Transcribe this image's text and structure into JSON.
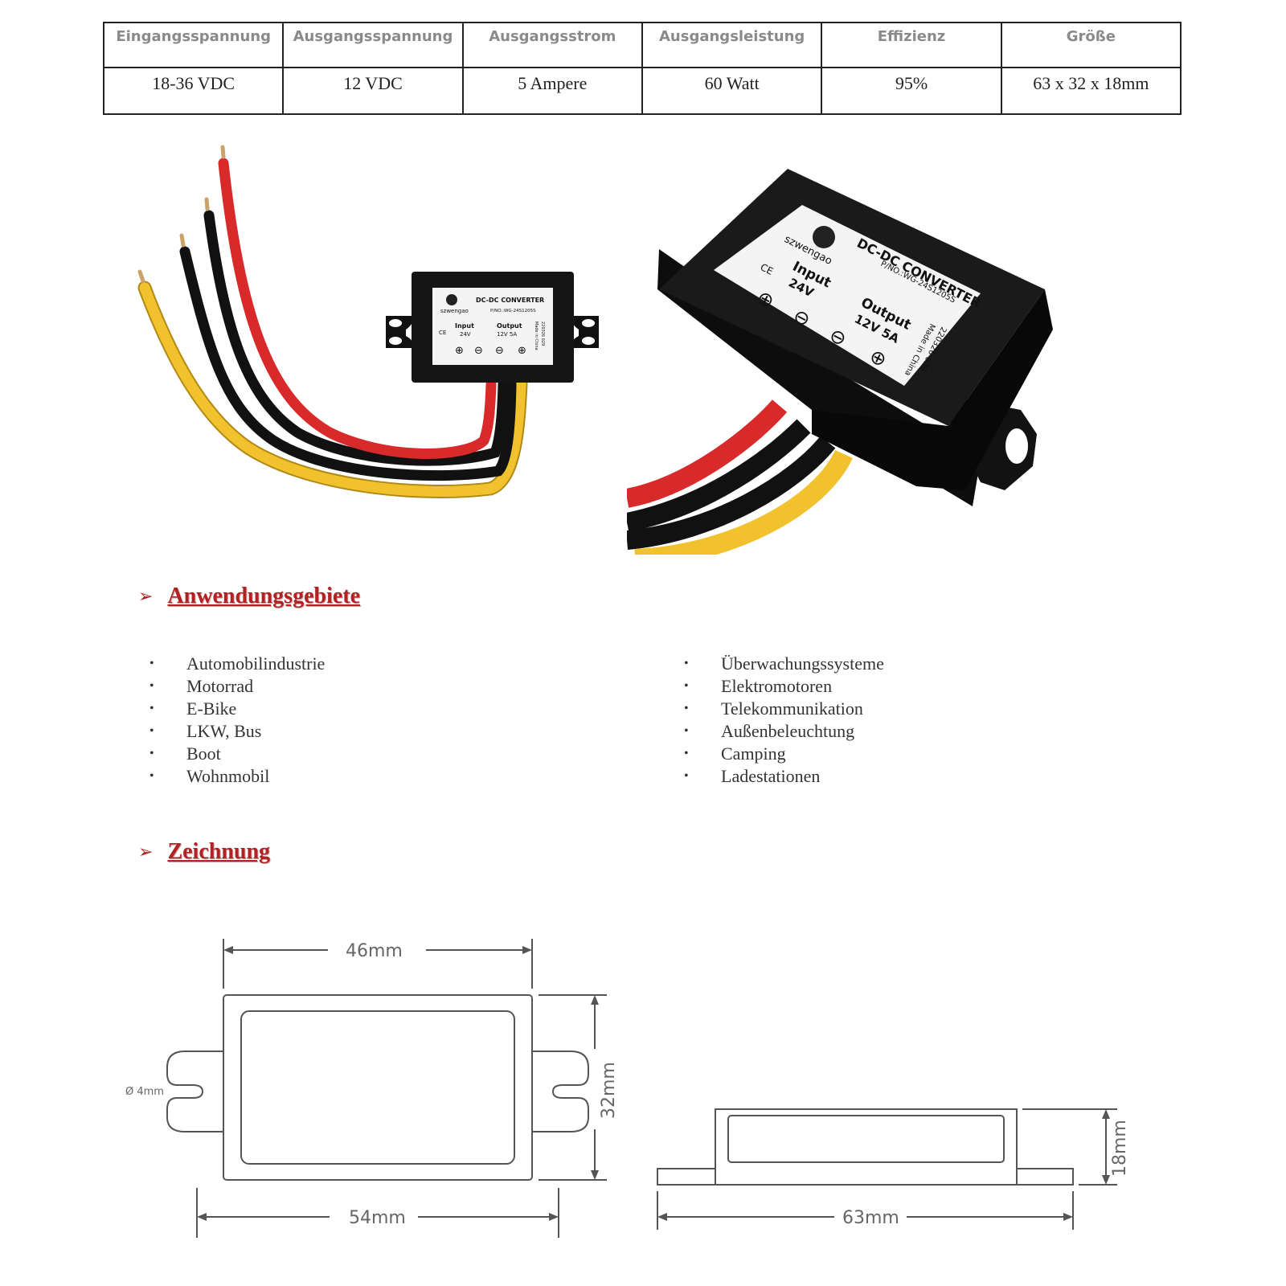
{
  "spec_table": {
    "headers": [
      "Eingangsspannung",
      "Ausgangsspannung",
      "Ausgangsstrom",
      "Ausgangsleistung",
      "Effizienz",
      "Größe"
    ],
    "values": [
      "18-36 VDC",
      "12 VDC",
      "5 Ampere",
      "60 Watt",
      "95%",
      "63 x 32 x 18mm"
    ]
  },
  "product_label": {
    "brand": "szwengao",
    "title": "DC-DC CONVERTER",
    "part_number": "P/NO.:WG-24S1205S",
    "ce_mark": "CE",
    "input_label": "Input",
    "input_voltage": "24V",
    "output_label": "Output",
    "output_rating": "12V 5A",
    "made_in": "Made in China",
    "batch": "220326  029",
    "plus_symbol": "⊕",
    "minus_symbol": "⊖"
  },
  "applications": {
    "arrow": "➢",
    "title": "Anwendungsgebiete",
    "bullet": "•",
    "left_items": [
      "Automobilindustrie",
      "Motorrad",
      "E-Bike",
      "LKW, Bus",
      "Boot",
      "Wohnmobil"
    ],
    "right_items": [
      "Überwachungssysteme",
      "Elektromotoren",
      "Telekommunikation",
      "Außenbeleuchtung",
      "Camping",
      "Ladestationen"
    ]
  },
  "drawing_section": {
    "arrow": "➢",
    "title": "Zeichnung",
    "dim_top_width": "46mm",
    "dim_bottom_width": "54mm",
    "dim_height": "32mm",
    "dim_hole": "Ø 4mm",
    "dim_side_width": "63mm",
    "dim_side_height": "18mm"
  },
  "colors": {
    "wire_red": "#d82a2a",
    "wire_black": "#111111",
    "wire_yellow": "#f2c22e",
    "heading_red": "#b22222"
  }
}
